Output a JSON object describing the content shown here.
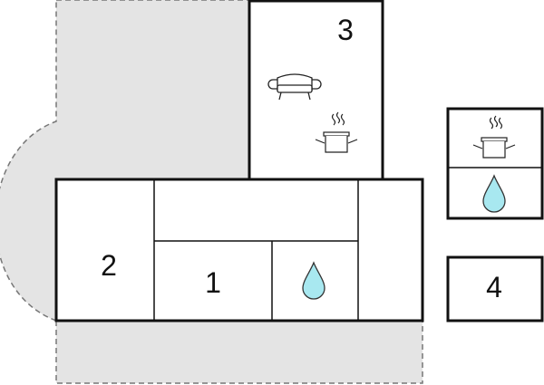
{
  "colors": {
    "outdoor_fill": "#e4e4e4",
    "outdoor_stroke": "#777777",
    "wall": "#111111",
    "room_fill": "#ffffff",
    "water": "#a8e8f0"
  },
  "rooms": [
    {
      "label": "1",
      "kind": "room"
    },
    {
      "label": "2",
      "kind": "room"
    },
    {
      "label": "3",
      "kind": "room",
      "icons": [
        "sofa-icon",
        "cooking-pot-icon"
      ]
    },
    {
      "label": "4",
      "kind": "room"
    }
  ],
  "separate_unit": {
    "icons": [
      "cooking-pot-icon",
      "water-drop-icon"
    ]
  },
  "bathroom": {
    "icons": [
      "water-drop-icon"
    ]
  }
}
